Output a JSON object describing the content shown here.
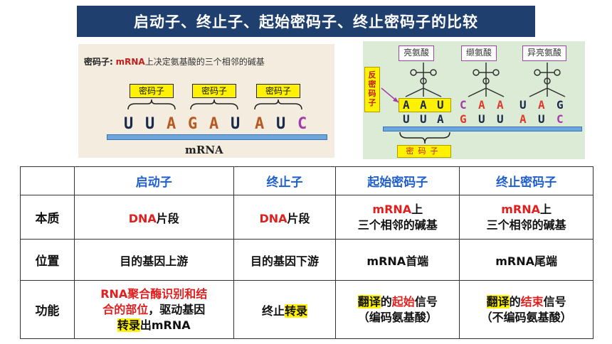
{
  "title": "启动子、终止子、起始密码子、终止密码子的比较",
  "left_figure": {
    "def_key": "密码子:",
    "def_red": "mRNA",
    "def_rest": "上决定氨基酸的三个相邻的碱基",
    "codon_labels": [
      "密码子",
      "密码子",
      "密码子"
    ],
    "bases": [
      "U",
      "U",
      "A",
      "G",
      "A",
      "U",
      "A",
      "U",
      "C"
    ],
    "mrna_label": "mRNA"
  },
  "right_figure": {
    "amino_acids": [
      "亮氨酸",
      "缬氨酸",
      "异亮氨酸"
    ],
    "anticodon_label": "反密码子",
    "anticodons": [
      "A",
      "A",
      "U",
      "C",
      "A",
      "A",
      "U",
      "A",
      "G"
    ],
    "codons": [
      "U",
      "U",
      "A",
      "G",
      "U",
      "U",
      "A",
      "U",
      "C"
    ],
    "codon_label": "密码子"
  },
  "table": {
    "headers": [
      "",
      "启动子",
      "终止子",
      "起始密码子",
      "终止密码子"
    ],
    "rows": [
      {
        "label": "本质",
        "promoter": {
          "red": "DNA",
          "rest": "片段"
        },
        "terminator": {
          "red": "DNA",
          "rest": "片段"
        },
        "start_codon": {
          "red": "mRNA",
          "line1_rest": "上",
          "line2": "三个相邻的碱基"
        },
        "stop_codon": {
          "red": "mRNA",
          "line1_rest": "上",
          "line2": "三个相邻的碱基"
        }
      },
      {
        "label": "位置",
        "promoter": "目的基因上游",
        "terminator": "目的基因下游",
        "start_codon": "mRNA首端",
        "stop_codon": "mRNA尾端"
      },
      {
        "label": "功能",
        "promoter": {
          "red1": "RNA聚合酶识别和结",
          "red2": "合的部位",
          "rest2": "，驱动基因",
          "hl3": "转录",
          "rest3": "出mRNA"
        },
        "terminator": {
          "pre": "终止",
          "hl": "转录"
        },
        "start_codon": {
          "hl": "翻译",
          "mid": "的",
          "red": "起始",
          "post": "信号",
          "line2": "（编码氨基酸）"
        },
        "stop_codon": {
          "hl": "翻译",
          "mid": "的",
          "red": "结束",
          "post": "信号",
          "line2": "（不编码氨基酸）"
        }
      }
    ]
  }
}
